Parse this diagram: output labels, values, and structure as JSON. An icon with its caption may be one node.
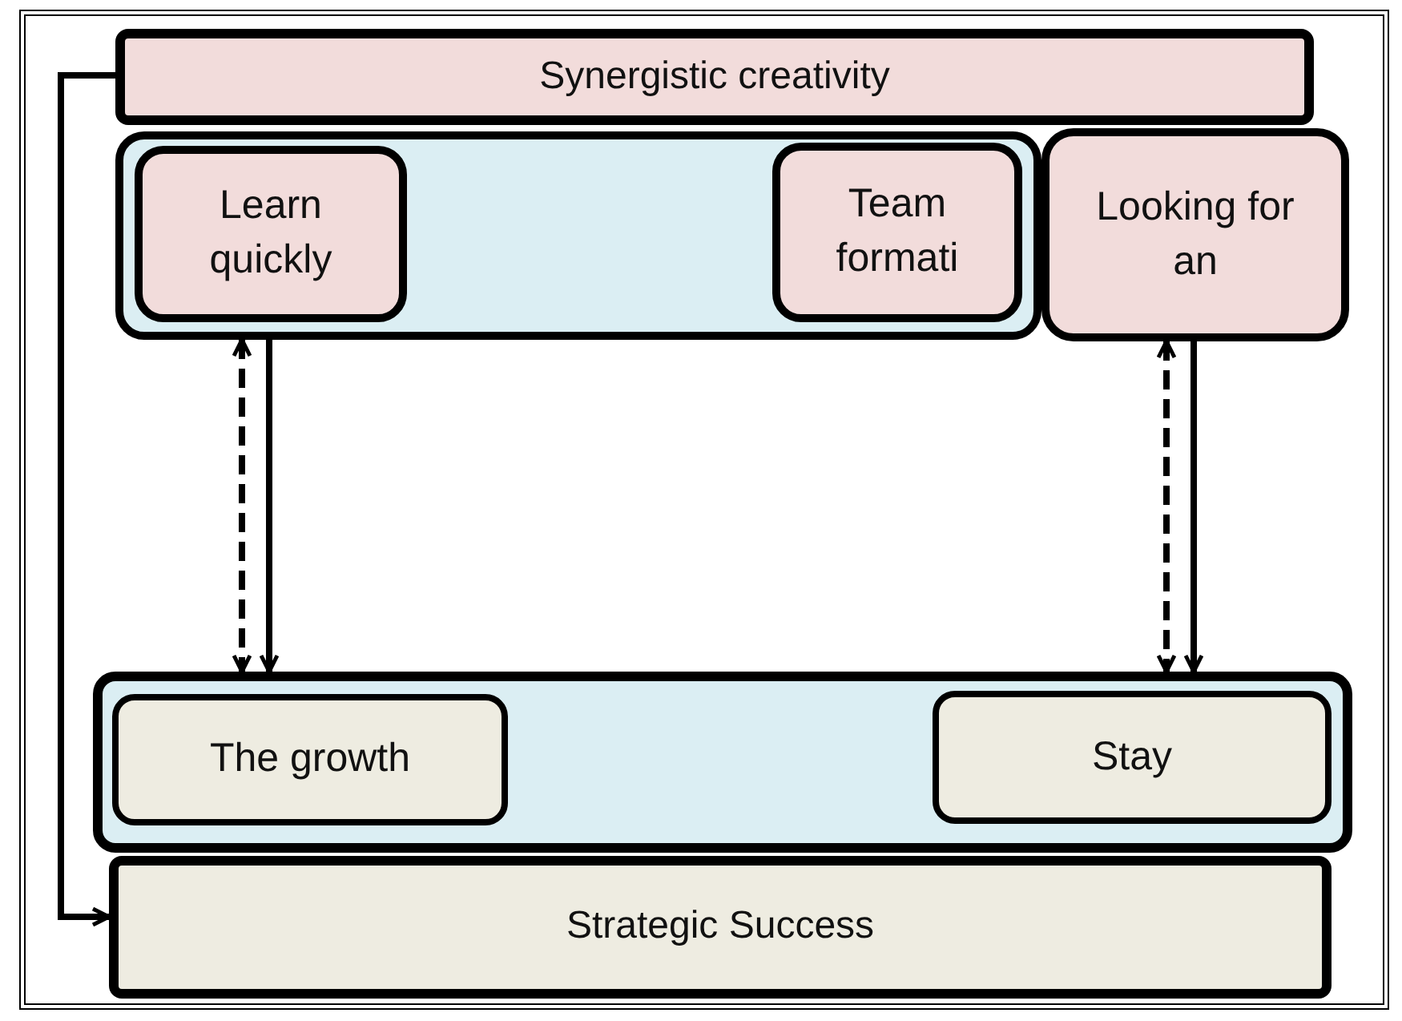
{
  "diagram": {
    "nodes": [
      {
        "text": [
          "Synergistic creativity"
        ]
      },
      {
        "text": [],
        "shape": "box"
      },
      {
        "text": [
          "Learn quickly"
        ],
        "in": 1
      },
      {
        "text": [
          "Team formati"
        ],
        "in": 1
      },
      {
        "text": [
          "Looking for an"
        ]
      },
      {
        "text": [],
        "shape": "box"
      },
      {
        "text": [
          "The growth"
        ],
        "in": 5
      },
      {
        "text": [
          "Stay"
        ],
        "in": 5
      },
      {
        "text": [
          "Strategic Success"
        ]
      }
    ],
    "edges": [
      {
        "from": 1,
        "to": 5,
        "arrow": "both",
        "style": "dashed"
      },
      {
        "from": 1,
        "to": 5,
        "arrow": "to"
      },
      {
        "from": 4,
        "to": 5,
        "arrow": "both",
        "style": "dashed"
      },
      {
        "from": 4,
        "to": 5,
        "arrow": "to"
      },
      {
        "from": 0,
        "to": 8,
        "arrow": "to"
      }
    ]
  }
}
